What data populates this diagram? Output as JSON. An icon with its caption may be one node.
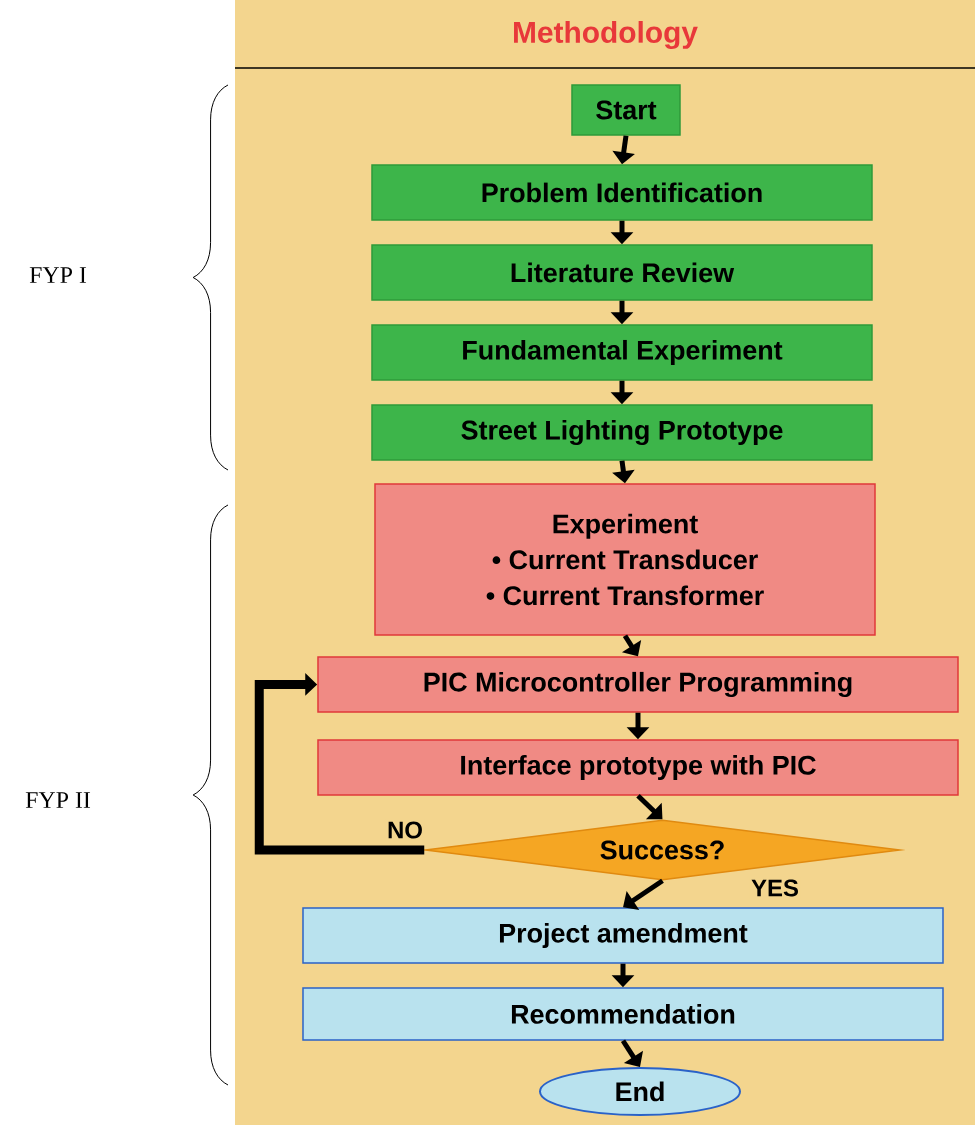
{
  "diagram": {
    "title": "Methodology",
    "nodes": [
      {
        "text": [
          "Start"
        ]
      },
      {
        "text": [
          "Problem Identification"
        ]
      },
      {
        "text": [
          "Literature Review"
        ]
      },
      {
        "text": [
          "Fundamental Experiment"
        ]
      },
      {
        "text": [
          "Street Lighting Prototype"
        ]
      },
      {
        "text": [
          "Experiment",
          "• Current Transducer",
          "• Current Transformer"
        ]
      },
      {
        "text": [
          "PIC Microcontroller Programming"
        ]
      },
      {
        "text": [
          "Interface prototype with PIC"
        ]
      },
      {
        "text": [
          "Success?"
        ]
      },
      {
        "text": [
          "Project amendment"
        ]
      },
      {
        "text": [
          "Recommendation"
        ]
      },
      {
        "text": [
          "End"
        ]
      }
    ],
    "edges": [
      {
        "from": 0,
        "to": 1,
        "arrow": "to"
      },
      {
        "from": 1,
        "to": 2,
        "arrow": "to"
      },
      {
        "from": 2,
        "to": 3,
        "arrow": "to"
      },
      {
        "from": 3,
        "to": 4,
        "arrow": "to"
      },
      {
        "from": 4,
        "to": 5,
        "arrow": "to"
      },
      {
        "from": 5,
        "to": 6,
        "arrow": "to"
      },
      {
        "from": 6,
        "to": 7,
        "arrow": "to"
      },
      {
        "from": 7,
        "to": 8,
        "arrow": "to"
      },
      {
        "from": 8,
        "to": 9,
        "arrow": "to",
        "label": "YES"
      },
      {
        "from": 9,
        "to": 10,
        "arrow": "to"
      },
      {
        "from": 10,
        "to": 11,
        "arrow": "to"
      },
      {
        "from": 8,
        "to": 6,
        "arrow": "to",
        "label": "NO",
        "style": "thick"
      }
    ],
    "labels": [
      "FYP I",
      "FYP II"
    ]
  }
}
